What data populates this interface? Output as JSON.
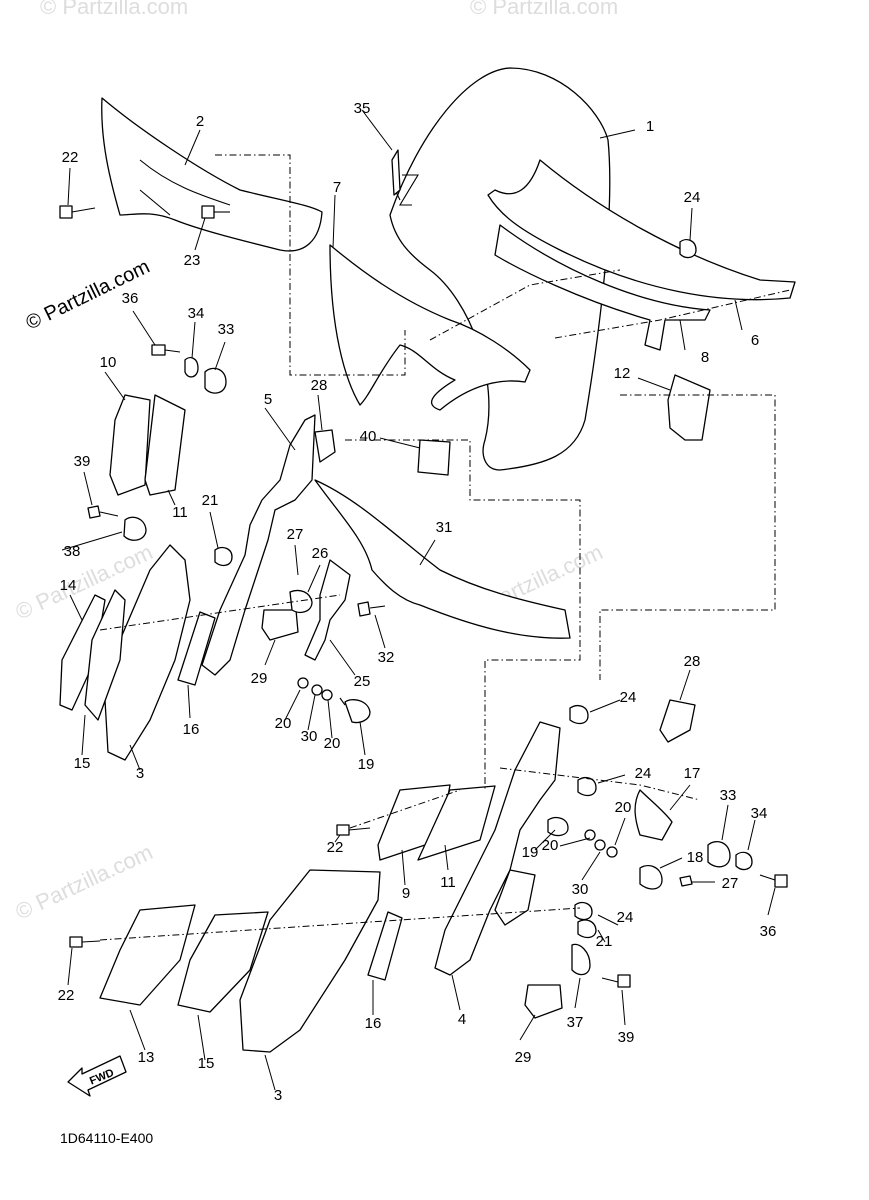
{
  "diagram": {
    "code": "1D64110-E400",
    "brand": "© Partzilla.com",
    "fwd": "FWD",
    "labels": [
      "1",
      "2",
      "3",
      "3",
      "4",
      "5",
      "6",
      "7",
      "8",
      "9",
      "10",
      "11",
      "11",
      "12",
      "13",
      "14",
      "15",
      "15",
      "16",
      "16",
      "17",
      "18",
      "19",
      "19",
      "20",
      "20",
      "20",
      "20",
      "21",
      "21",
      "22",
      "22",
      "22",
      "23",
      "24",
      "24",
      "24",
      "24",
      "25",
      "26",
      "27",
      "27",
      "28",
      "28",
      "29",
      "29",
      "30",
      "30",
      "31",
      "32",
      "33",
      "33",
      "34",
      "34",
      "35",
      "36",
      "36",
      "37",
      "38",
      "39",
      "39",
      "40"
    ]
  }
}
